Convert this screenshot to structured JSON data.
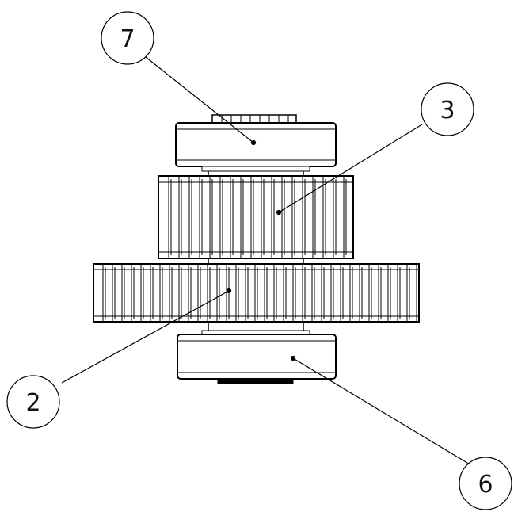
{
  "drawing": {
    "stroke_color": "#000000",
    "background": "#ffffff",
    "callouts": [
      {
        "id": "callout-7",
        "label": "7",
        "part": "top-bearing"
      },
      {
        "id": "callout-3",
        "label": "3",
        "part": "small-gear"
      },
      {
        "id": "callout-2",
        "label": "2",
        "part": "large-gear"
      },
      {
        "id": "callout-6",
        "label": "6",
        "part": "bottom-bearing"
      }
    ]
  }
}
